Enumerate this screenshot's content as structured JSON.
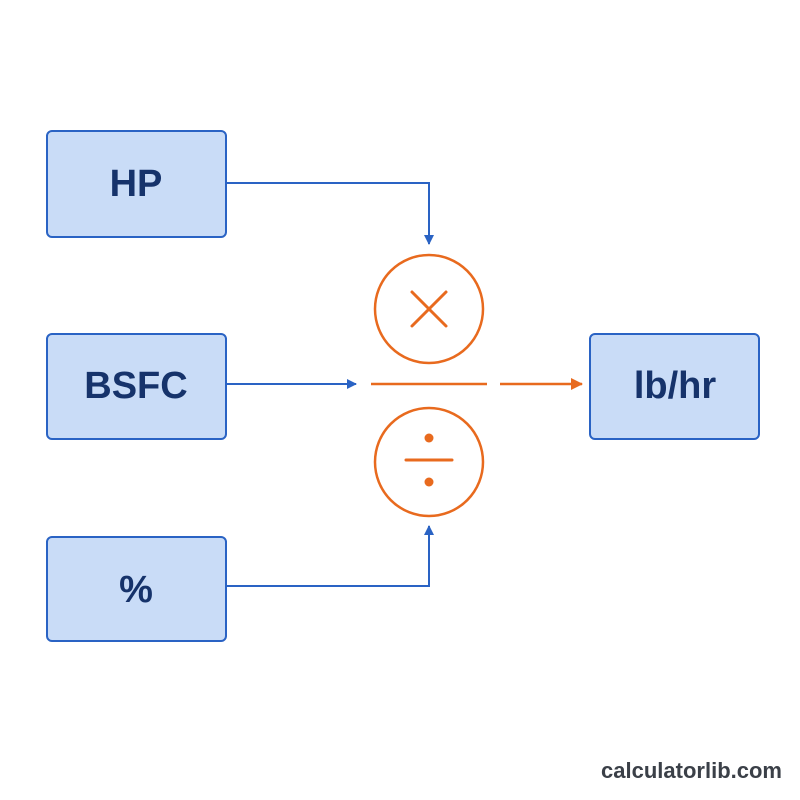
{
  "diagram": {
    "inputs": [
      {
        "label": "HP"
      },
      {
        "label": "BSFC"
      },
      {
        "label": "%"
      }
    ],
    "operators": [
      {
        "symbol": "×",
        "icon": "multiply-icon"
      },
      {
        "symbol": "÷",
        "icon": "divide-icon"
      }
    ],
    "output": {
      "label": "lb/hr"
    }
  },
  "colors": {
    "box_fill": "#c9dcf7",
    "box_stroke": "#2a63c4",
    "box_text": "#16336b",
    "operator": "#e86a1e",
    "input_arrow": "#2a63c4"
  },
  "watermark": "calculatorlib.com"
}
